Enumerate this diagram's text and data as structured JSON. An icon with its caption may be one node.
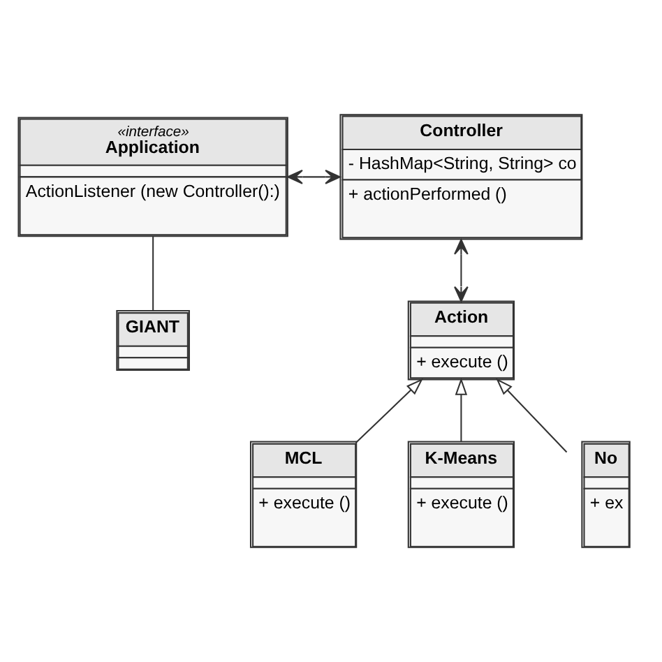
{
  "diagram": {
    "nodes": [
      {
        "text": [
          "«interface»",
          "Application",
          "ActionListener (new Controller():)"
        ]
      },
      {
        "text": [
          "Controller",
          "- HashMap<String, String> co",
          "+ actionPerformed ()"
        ]
      },
      {
        "text": [
          "GIANT"
        ]
      },
      {
        "text": [
          "Action",
          "+ execute ()"
        ]
      },
      {
        "text": [
          "MCL",
          "+ execute ()"
        ]
      },
      {
        "text": [
          "K-Means",
          "+ execute ()"
        ]
      },
      {
        "text": [
          "No",
          "+ ex"
        ]
      }
    ],
    "edges": [
      {
        "from": 0,
        "to": 1,
        "arrow": "both"
      },
      {
        "from": 2,
        "to": 0,
        "arrow": "none"
      },
      {
        "from": 3,
        "to": 1,
        "arrow": "both"
      },
      {
        "from": 4,
        "to": 3,
        "arrow": "to"
      },
      {
        "from": 5,
        "to": 3,
        "arrow": "to"
      },
      {
        "from": 6,
        "to": 3,
        "arrow": "to"
      }
    ]
  }
}
